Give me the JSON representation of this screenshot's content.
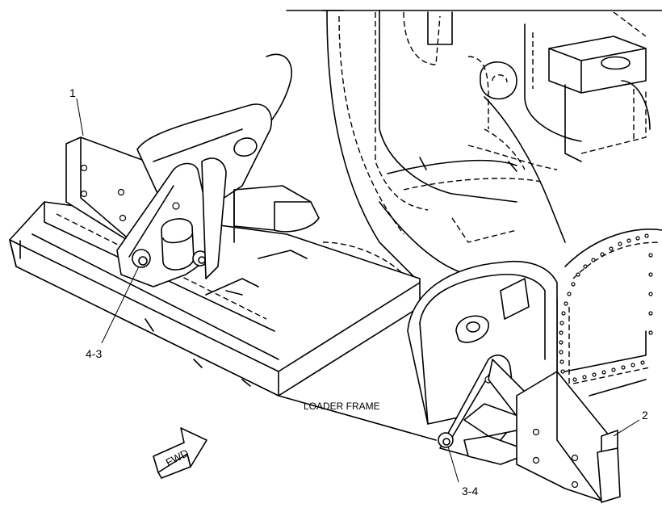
{
  "callouts": {
    "item_1": "1",
    "item_2": "2",
    "item_4_3": "4-3",
    "item_3_4": "3-4"
  },
  "frame_label": "LOADER FRAME",
  "direction_arrow": "FWD"
}
